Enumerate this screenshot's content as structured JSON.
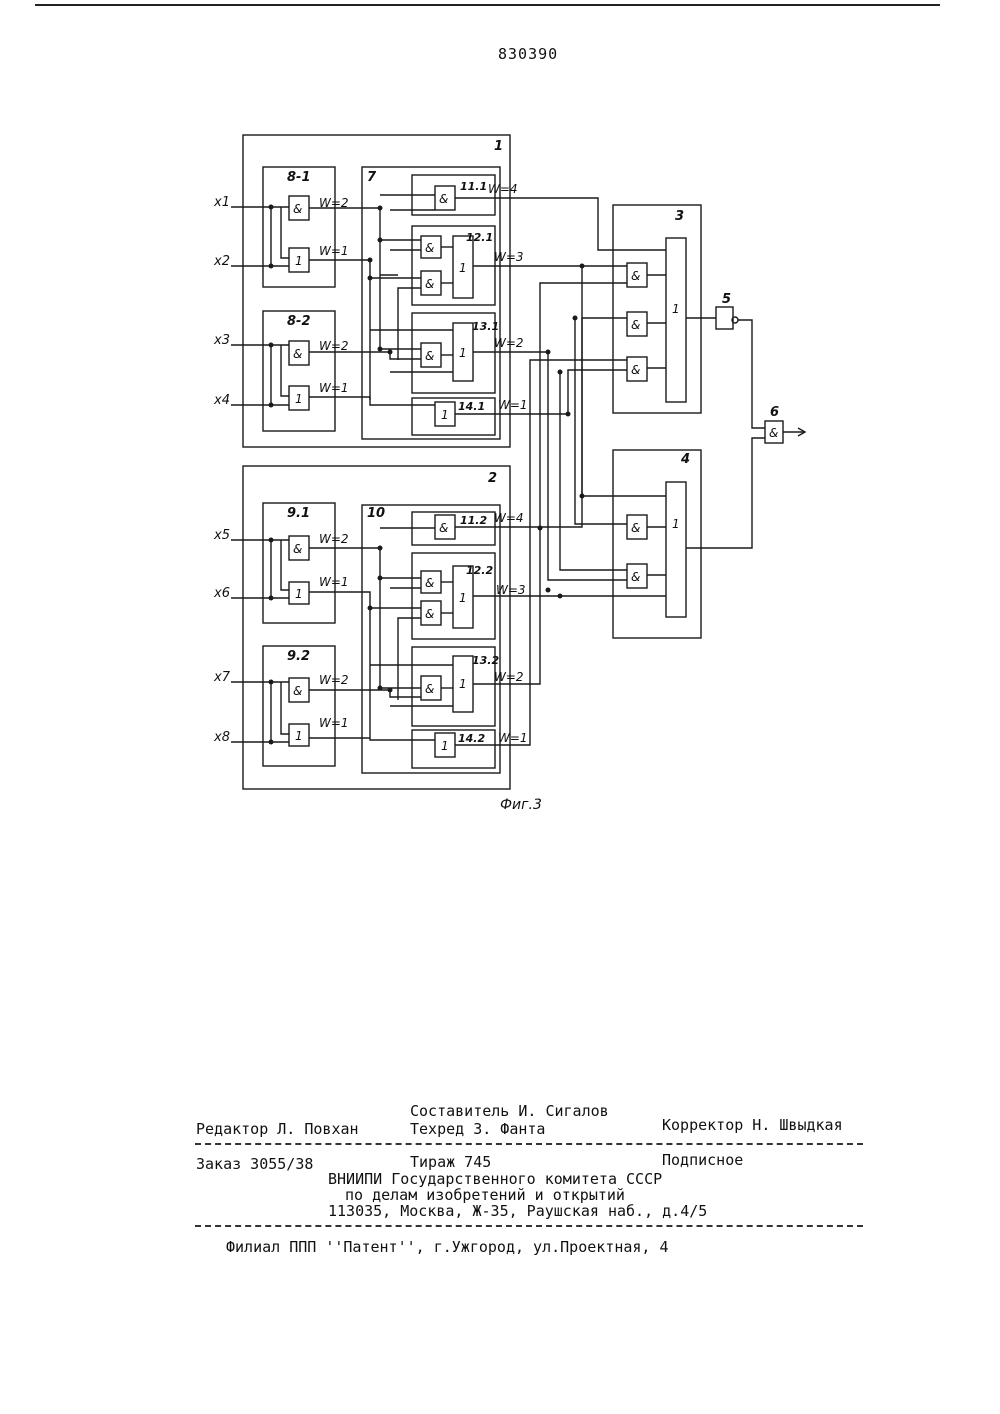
{
  "header": {
    "patent_number": "830390"
  },
  "figure": {
    "caption": "Фиг.3",
    "inputs": [
      "x1",
      "x2",
      "x3",
      "x4",
      "x5",
      "x6",
      "x7",
      "x8"
    ],
    "block_labels": {
      "b1": "1",
      "b2": "2",
      "b3": "3",
      "b4": "4",
      "b5": "5",
      "b6": "6",
      "b7": "7",
      "b10": "10",
      "b8_1": "8-1",
      "b8_2": "8-2",
      "b9_1": "9.1",
      "b9_2": "9.2",
      "b11_1": "11.1",
      "b12_1": "12.1",
      "b13_1": "13.1",
      "b14_1": "14.1",
      "b11_2": "11.2",
      "b12_2": "12.2",
      "b13_2": "13.2",
      "b14_2": "14.2"
    },
    "gate_symbols": {
      "and": "&",
      "or": "1"
    },
    "weights": {
      "w1": "W=1",
      "w2": "W=2",
      "w3": "W=3",
      "w4": "W=4"
    }
  },
  "footer": {
    "compiler": "Составитель И. Сигалов",
    "editor": "Редактор Л. Повхан",
    "techred": "Техред З. Фанта",
    "corrector": "Корректор Н. Швыдкая",
    "order": "Заказ 3055/38",
    "circulation": "Тираж 745",
    "subscription": "Подписное",
    "org_line1": "ВНИИПИ Государственного комитета СССР",
    "org_line2": "по делам изобретений и открытий",
    "address": "113035, Москва, Ж-35, Раушская наб., д.4/5",
    "branch": "Филиал ППП ''Патент'', г.Ужгород, ул.Проектная, 4"
  }
}
